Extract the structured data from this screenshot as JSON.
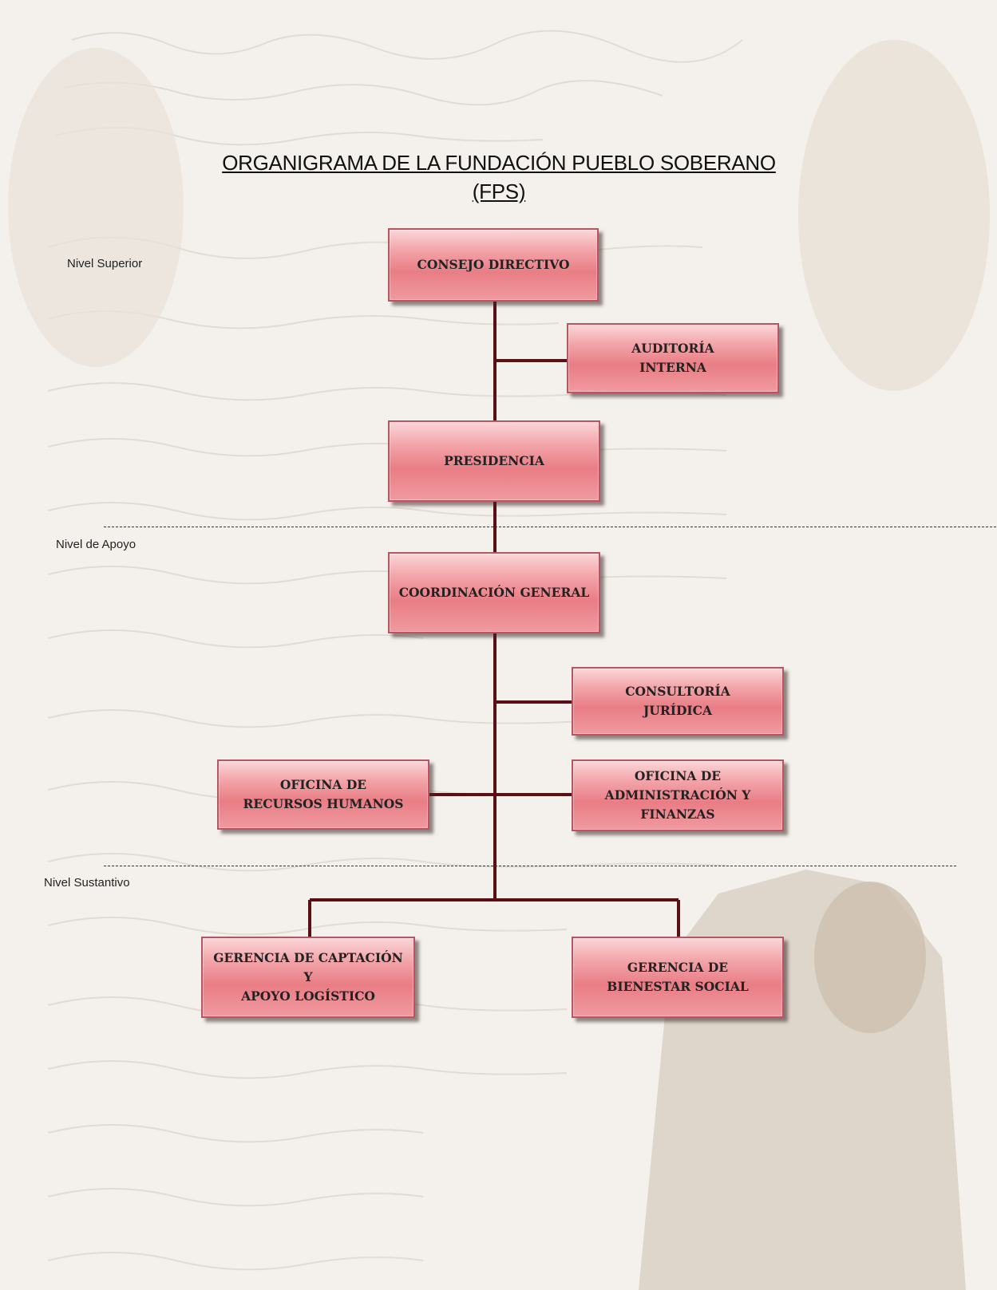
{
  "title": "ORGANIGRAMA DE LA FUNDACIÓN PUEBLO SOBERANO\n(FPS)",
  "levels": {
    "superior": "Nivel Superior",
    "apoyo": "Nivel de Apoyo",
    "sustantivo": "Nivel Sustantivo"
  },
  "nodes": {
    "consejo": "CONSEJO DIRECTIVO",
    "auditoria": "AUDITORÍA\nINTERNA",
    "presidencia": "PRESIDENCIA",
    "coordinacion": "COORDINACIÓN GENERAL",
    "consultoria": "CONSULTORÍA\nJURÍDICA",
    "rrhh": "OFICINA DE\nRECURSOS HUMANOS",
    "administracion": "OFICINA DE\nADMINISTRACIÓN Y\nFINANZAS",
    "captacion": "GERENCIA DE CAPTACIÓN Y\nAPOYO LOGÍSTICO",
    "bienestar": "GERENCIA DE\nBIENESTAR SOCIAL"
  },
  "colors": {
    "box_fill": "#ee8f96",
    "box_border": "#b85560",
    "connector": "#5a0f14"
  }
}
